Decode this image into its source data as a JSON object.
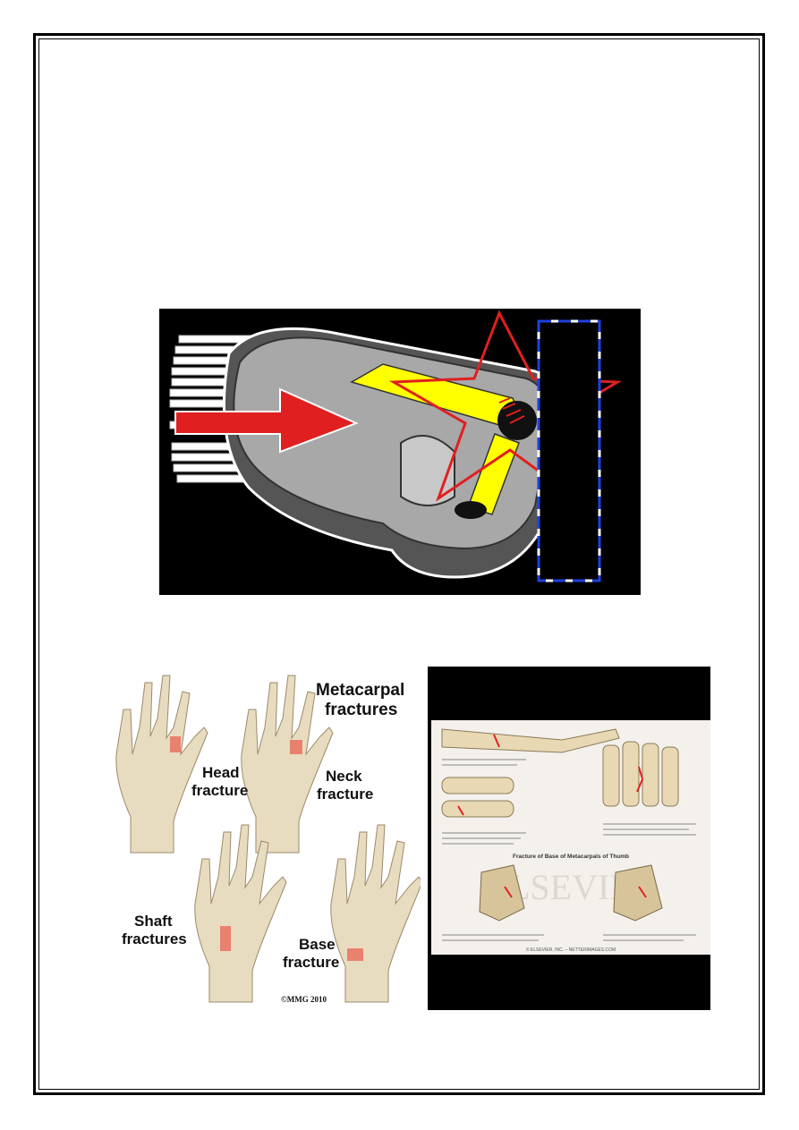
{
  "figure_hands": {
    "title_line1": "Metacarpal",
    "title_line2": "fractures",
    "head_line1": "Head",
    "head_line2": "fracture",
    "neck_line1": "Neck",
    "neck_line2": "fracture",
    "shaft_line1": "Shaft",
    "shaft_line2": "fractures",
    "base_line1": "Base",
    "base_line2": "fracture",
    "copyright": "©MMG 2010"
  },
  "figure_netter": {
    "heading": "Fracture of Base of Metacarpals of Thumb",
    "footer": "© ELSEVIER, INC. – NETTERIMAGES.COM",
    "watermark": "ELSEVIER"
  },
  "colors": {
    "fracture_red": "#e02020",
    "bone": "#e8dcc0",
    "highlight_yellow": "#ffff00",
    "frame_blue": "#2040e0"
  }
}
